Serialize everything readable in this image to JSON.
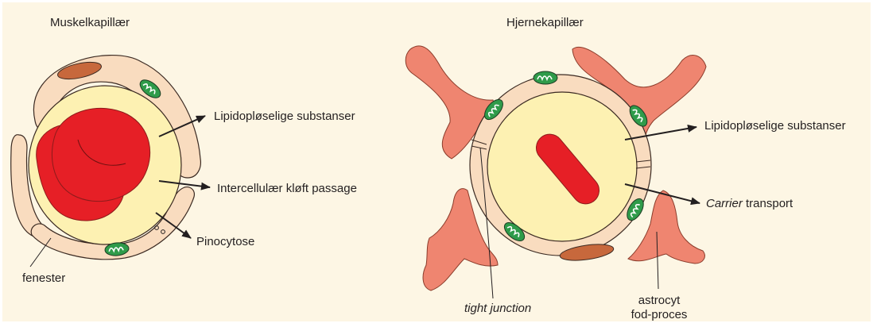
{
  "colors": {
    "background": "#fdf6e4",
    "cell_fill": "#f9dcbf",
    "lumen_fill": "#fdf1b2",
    "outline": "#3b2a22",
    "red_blood_cell": "#e61f26",
    "mitochondria": "#2f9b4a",
    "nucleus": "#c7683c",
    "astrocyte": "#ef8570",
    "arrow": "#231f20"
  },
  "muscle": {
    "title": "Muskelkapillær",
    "labels": {
      "lipid": "Lipidopløselige substanser",
      "intercellular": "Intercellulær kløft passage",
      "pinocytosis": "Pinocytose",
      "fenester": "fenester"
    }
  },
  "brain": {
    "title": "Hjernekapillær",
    "labels": {
      "lipid": "Lipidopløselige substanser",
      "carrier_italic": "Carrier",
      "carrier_rest": " transport",
      "tight_junction": "tight junction",
      "astrocyte_line1": "astrocyt",
      "astrocyte_line2": "fod-proces"
    }
  }
}
